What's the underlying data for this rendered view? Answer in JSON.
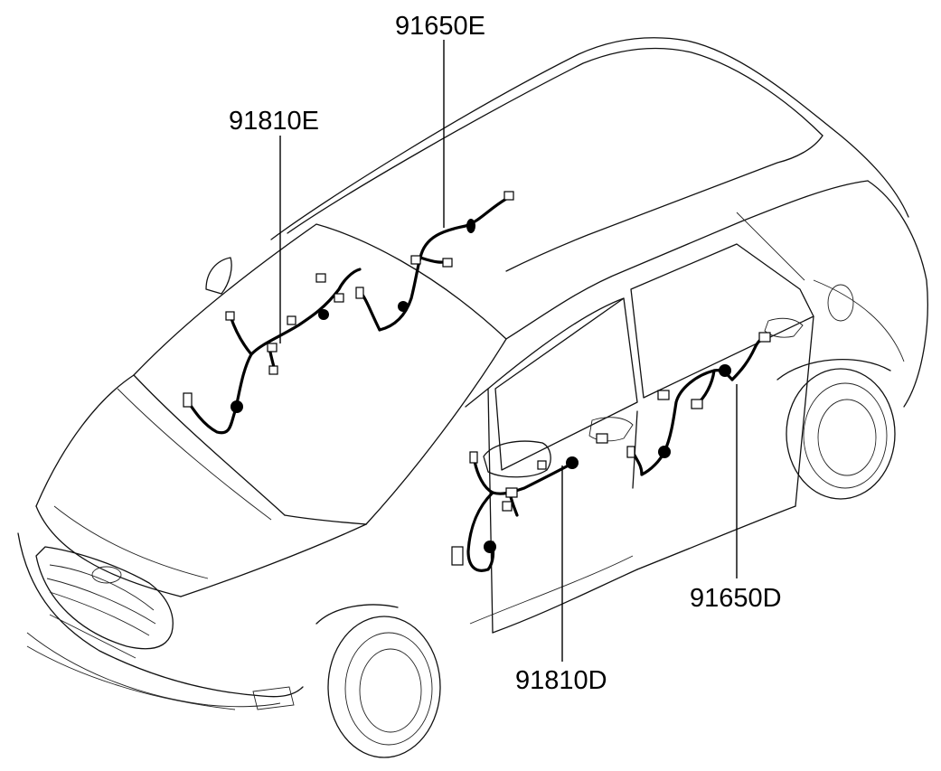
{
  "diagram": {
    "part_labels": {
      "roof_rear": "91650E",
      "roof_front": "91810E",
      "rear_door": "91650D",
      "front_door": "91810D"
    }
  }
}
